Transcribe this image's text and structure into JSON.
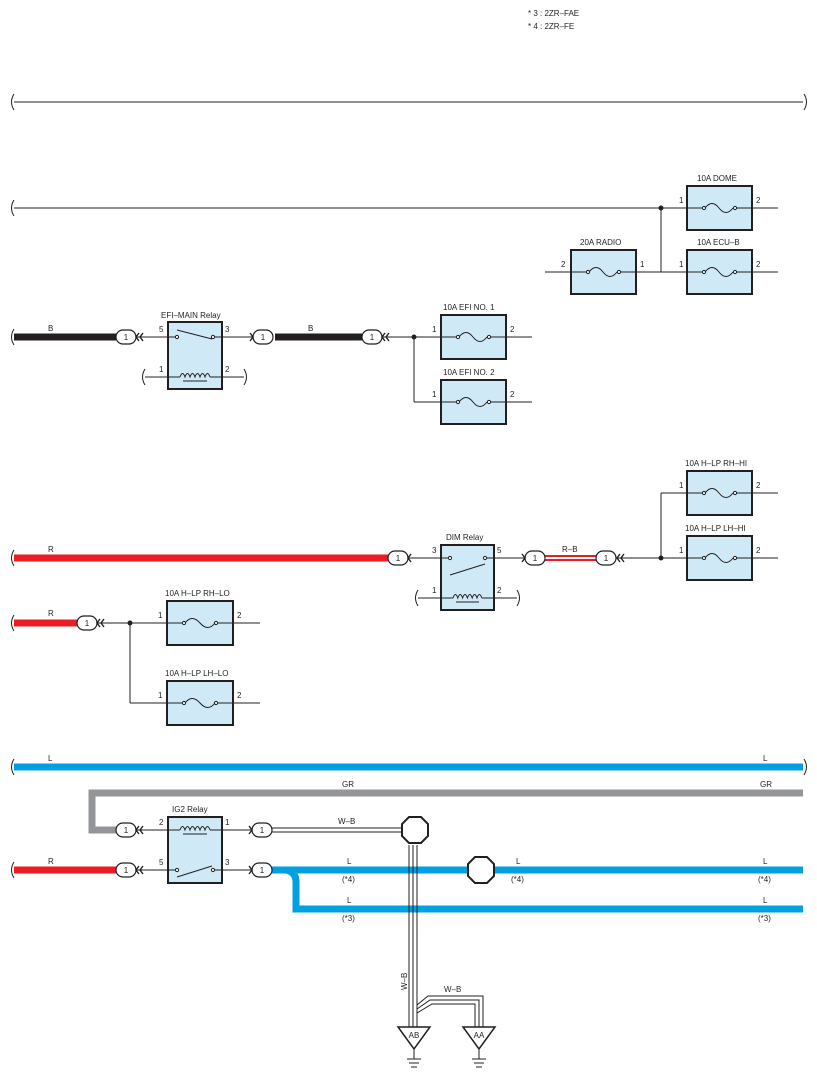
{
  "notes": [
    "* 3 : 2ZR–FAE",
    "* 4 : 2ZR–FE"
  ],
  "colors": {
    "black_wire": "#231f20",
    "red_wire": "#ec1c24",
    "blue_wire": "#00a0e3",
    "gray_wire": "#939598",
    "fuse_fill": "#cfe9f6"
  },
  "fuses": {
    "dome": "10A DOME",
    "ecub": "10A ECU–B",
    "radio": "20A RADIO",
    "efi1": "10A EFI NO. 1",
    "efi2": "10A EFI NO. 2",
    "hlp_rh_hi": "10A H–LP RH–HI",
    "hlp_lh_hi": "10A H–LP LH–HI",
    "hlp_rh_lo": "10A H–LP RH–LO",
    "hlp_lh_lo": "10A H–LP LH–LO"
  },
  "relays": {
    "efi_main": "EFI–MAIN Relay",
    "dim": "DIM Relay",
    "ig2": "IG2 Relay"
  },
  "pins": {
    "p1": "1",
    "p2": "2",
    "p3": "3",
    "p5": "5"
  },
  "wires": {
    "b": "B",
    "r": "R",
    "rb": "R–B",
    "l": "L",
    "gr": "GR",
    "wb": "W–B",
    "star3": "(*3)",
    "star4": "(*4)"
  },
  "grounds": {
    "ab": "AB",
    "aa": "AA"
  }
}
